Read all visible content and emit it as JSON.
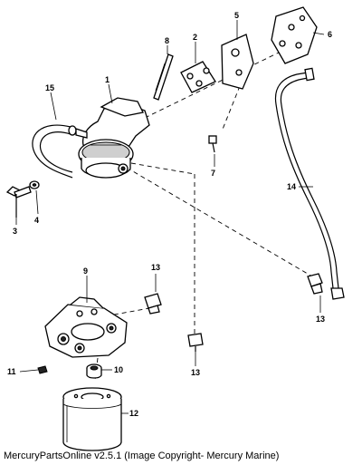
{
  "callouts": [
    {
      "id": "c1",
      "label": "1"
    },
    {
      "id": "c2",
      "label": "2"
    },
    {
      "id": "c3",
      "label": "3"
    },
    {
      "id": "c4",
      "label": "4"
    },
    {
      "id": "c5",
      "label": "5"
    },
    {
      "id": "c6",
      "label": "6"
    },
    {
      "id": "c7",
      "label": "7"
    },
    {
      "id": "c8",
      "label": "8"
    },
    {
      "id": "c9",
      "label": "9"
    },
    {
      "id": "c10",
      "label": "10"
    },
    {
      "id": "c11",
      "label": "11"
    },
    {
      "id": "c12",
      "label": "12"
    },
    {
      "id": "c13a",
      "label": "13"
    },
    {
      "id": "c13b",
      "label": "13"
    },
    {
      "id": "c13c",
      "label": "13"
    },
    {
      "id": "c14",
      "label": "14"
    },
    {
      "id": "c15",
      "label": "15"
    }
  ],
  "caption": "MercuryPartsOnline v2.5.1 (Image Copyright- Mercury Marine)"
}
